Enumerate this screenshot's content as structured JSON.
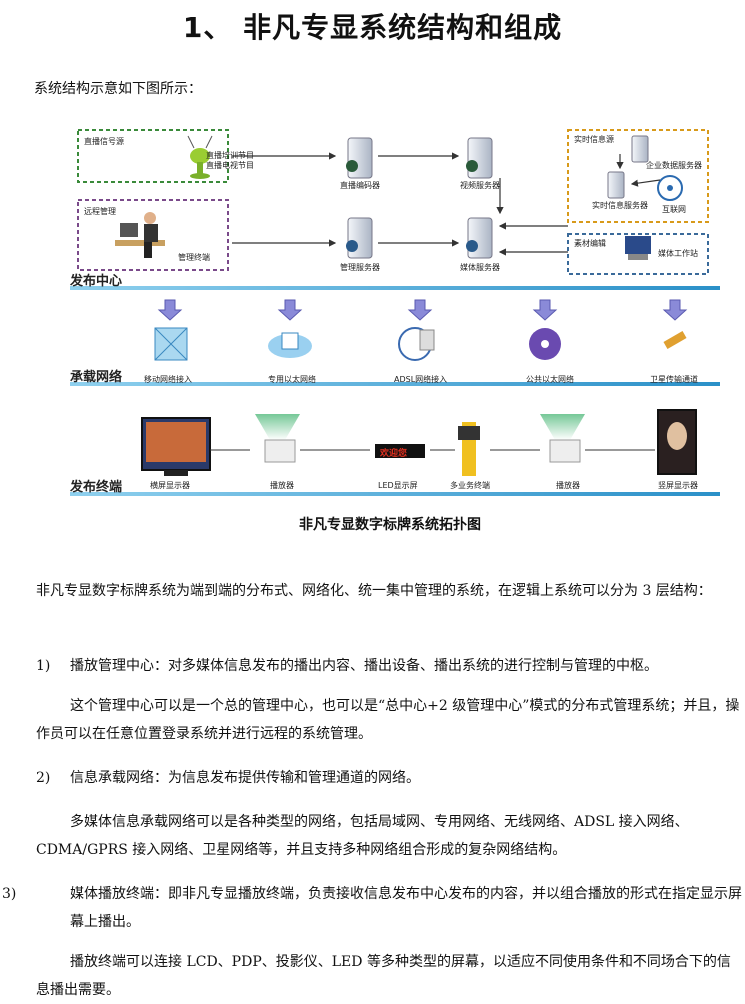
{
  "heading": "1、 非凡专显系统结构和组成",
  "intro": "系统结构示意如下图所示：",
  "diagram": {
    "sections": {
      "publish": "发布中心",
      "carrier": "承载网络",
      "terminal": "发布终端"
    },
    "publish_labels": {
      "live_source": "直播信号源",
      "live_program": "直播培训节目",
      "tv_program": "直播电视节目",
      "live_encoder": "直播编码器",
      "video_server": "视频服务器",
      "realtime_source": "实时信息源",
      "enterprise_db": "企业数据服务器",
      "realtime_server": "实时信息服务器",
      "internet": "互联网",
      "remote_mgmt": "远程管理",
      "mgmt_terminal": "管理终端",
      "mgmt_server": "管理服务器",
      "media_server": "媒体服务器",
      "material_edit": "素材编辑",
      "media_workstation": "媒体工作站"
    },
    "networks": [
      "移动网络接入",
      "专用以太网络",
      "ADSL网络接入",
      "公共以太网络",
      "卫星传输通道"
    ],
    "terminals": {
      "landscape": "横屏显示器",
      "player1": "播放器",
      "led": "LED显示屏",
      "led_text": "欢迎您",
      "multi": "多业务终端",
      "player2": "播放器",
      "portrait": "竖屏显示器"
    },
    "caption": "非凡专显数字标牌系统拓扑图",
    "colors": {
      "green_dash": "#3a8a3a",
      "purple_dash": "#7a4a8a",
      "orange_dash": "#d89a1a",
      "blue_dash": "#3a6a9a",
      "band": "#3aa0d0"
    }
  },
  "para1": "非凡专显数字标牌系统为端到端的分布式、网络化、统一集中管理的系统，在逻辑上系统可以分为 3 层结构：",
  "item1_num": "1)",
  "item1": "播放管理中心：对多媒体信息发布的播出内容、播出设备、播出系统的进行控制与管理的中枢。",
  "para2": "这个管理中心可以是一个总的管理中心，也可以是“总中心+2 级管理中心”模式的分布式管理系统；并且，操作员可以在任意位置登录系统并进行远程的系统管理。",
  "item2_num": "2)",
  "item2": "信息承载网络：为信息发布提供传输和管理通道的网络。",
  "para3": "多媒体信息承载网络可以是各种类型的网络，包括局域网、专用网络、无线网络、ADSL 接入网络、CDMA/GPRS 接入网络、卫星网络等，并且支持多种网络组合形成的复杂网络结构。",
  "item3_num": "3)",
  "item3": "媒体播放终端：即非凡专显播放终端，负责接收信息发布中心发布的内容，并以组合播放的形式在指定显示屏幕上播出。",
  "para4": "播放终端可以连接 LCD、PDP、投影仪、LED 等多种类型的屏幕，以适应不同使用条件和不同场合下的信息播出需要。"
}
